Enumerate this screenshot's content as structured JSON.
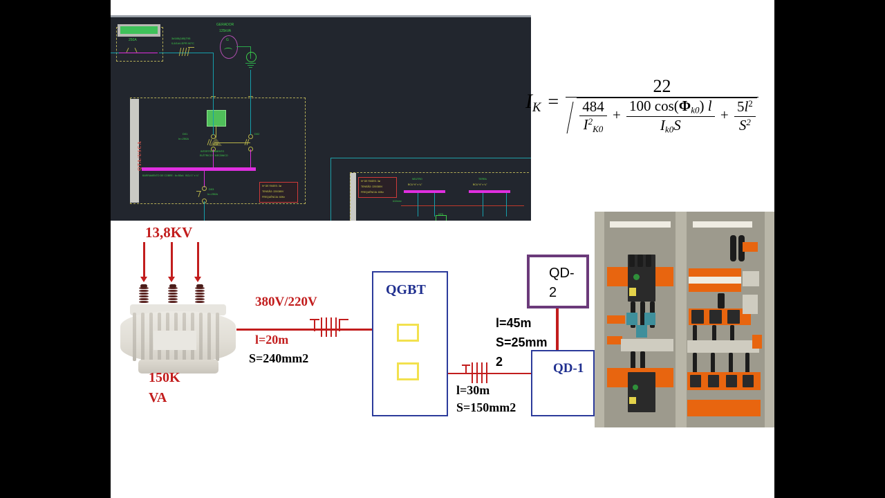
{
  "slide": {
    "background": "#ffffff",
    "letterbox_color": "#000000"
  },
  "cad": {
    "title_block_label": "QTA/USCA",
    "generator": {
      "name": "GERADOR",
      "rating": "125kVA",
      "symbol_letter": "G",
      "earth_label": "T"
    },
    "incoming": {
      "breaker_rating": "250A",
      "cable_spec_line1": "3#185(185)T95",
      "cable_spec_line2": "0,6/1kV-EPR 90°C"
    },
    "breakers": [
      {
        "tag": "D01",
        "rating": "In=250A"
      },
      {
        "tag": "D02",
        "rating": "In=250A"
      },
      {
        "tag": "D03",
        "rating": "In=250A"
      }
    ],
    "interlock": {
      "code": "ELM",
      "line1": "INTERTRAVAMENTO",
      "line2": "ELÉTRICO E MECÂNICO"
    },
    "busbar_note": "BARRAMENTO DE COBRE : Ik=50kA   BCU 1\" x ¼\"",
    "spec_box_left": {
      "line1": "Nº DE FASES: 3ø",
      "line2": "TENSÃO: 220/380V",
      "line3": "FREQUÊNCIA: 60Hz"
    },
    "spec_box_right": {
      "line1": "Nº DE FASES: 3ø",
      "line2": "TENSÃO: 220/380V",
      "line3": "FREQUÊNCIA: 60Hz"
    },
    "bars": [
      {
        "label": "NEUTRO",
        "spec": "BCU ½\" x ¼\""
      },
      {
        "label": "TERRA",
        "spec": "BCU ½\" x ¼\""
      }
    ],
    "surge_device": "DPS",
    "ground_cable": "#10mm²"
  },
  "formula": {
    "lhs_symbol": "I",
    "lhs_sub": "K",
    "equals": "=",
    "numerator": "22",
    "term1": {
      "num": "484",
      "den_sym": "I",
      "den_sub": "K0",
      "den_sup": "2"
    },
    "plus1": "+",
    "term2": {
      "num_coef": "100",
      "num_fn": "cos(",
      "num_phi": "Φ",
      "num_phi_sub": "k0",
      "num_close": ")",
      "num_l": "l",
      "den_i": "I",
      "den_i_sub": "k0",
      "den_s": "S"
    },
    "plus2": "+",
    "term3": {
      "num_coef": "5",
      "num_l": "l",
      "num_sup": "2",
      "den_s": "S",
      "den_sup": "2"
    }
  },
  "schematic": {
    "primary_voltage": "13,8KV",
    "transformer_rating_line1": "150K",
    "transformer_rating_line2": "VA",
    "secondary_voltage": "380V/220V",
    "feeder_qgbt": {
      "length": "l=20m",
      "section": "S=240mm2"
    },
    "qgbt": {
      "label": "QGBT"
    },
    "feeder_qd1": {
      "length": "l=30m",
      "section": "S=150mm2"
    },
    "feeder_qd2": {
      "length": "l=45m",
      "section_line1": "S=25mm",
      "section_line2": "2"
    },
    "qd1": {
      "label": "QD-1"
    },
    "qd2": {
      "label_line1": "QD-",
      "label_line2": "2"
    },
    "colors": {
      "wire_red": "#c21d1d",
      "panel_navy": "#2b3a9b",
      "panel_purple": "#6b3a7a",
      "yellow_device": "#f2e14e",
      "text_red": "#c21d1d"
    }
  },
  "photo": {
    "caption": "electrical-switchgear-panel-photo"
  }
}
